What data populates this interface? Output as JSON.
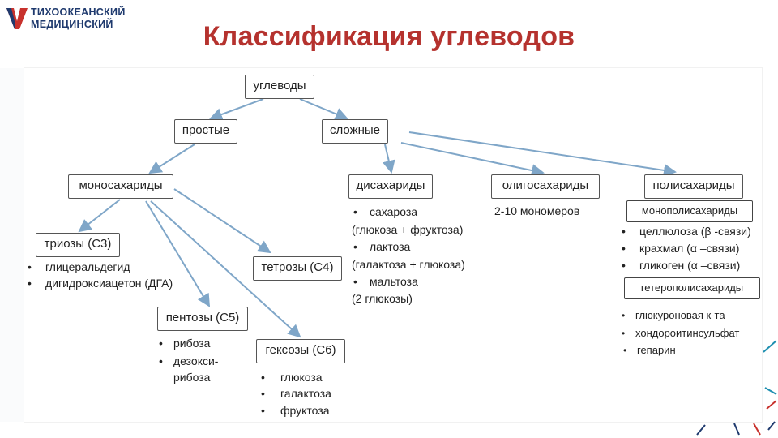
{
  "logo": {
    "line1": "ТИХООКЕАНСКИЙ",
    "line2": "МЕДИЦИНСКИЙ"
  },
  "title": "Классификация углеводов",
  "nodes": {
    "root": "углеводы",
    "simple": "простые",
    "complex": "сложные",
    "mono": "моносахариды",
    "di": "дисахариды",
    "oligo": "олигосахариды",
    "poly": "полисахариды",
    "trioses": "триозы (С3)",
    "tetroses": "тетрозы (С4)",
    "pentoses": "пентозы (С5)",
    "hexoses": "гексозы (С6)",
    "homopoly": "монополисахариды",
    "heteropoly": "гетерополисахариды"
  },
  "trioses_items": [
    "глицеральдегид",
    "дигидроксиацетон (ДГА)"
  ],
  "pentoses_items": [
    "рибоза",
    "дезокси-",
    "рибоза"
  ],
  "hexoses_items": [
    "глюкоза",
    "галактоза",
    "фруктоза"
  ],
  "di_items": [
    "сахароза",
    "(глюкоза + фруктоза)",
    "лактоза",
    "(галактоза + глюкоза)",
    "мальтоза",
    "(2 глюкозы)"
  ],
  "oligo_text": "2-10 мономеров",
  "homopoly_items": [
    "целлюлоза (β -связи)",
    "крахмал (α –связи)",
    "гликоген (α –связи)"
  ],
  "heteropoly_items": [
    "глюкуроновая к-та",
    "хондороитинсульфат",
    "гепарин"
  ],
  "colors": {
    "title": "#b5322e",
    "arrow": "#7fa6c8",
    "logo": "#1f3a6e"
  }
}
